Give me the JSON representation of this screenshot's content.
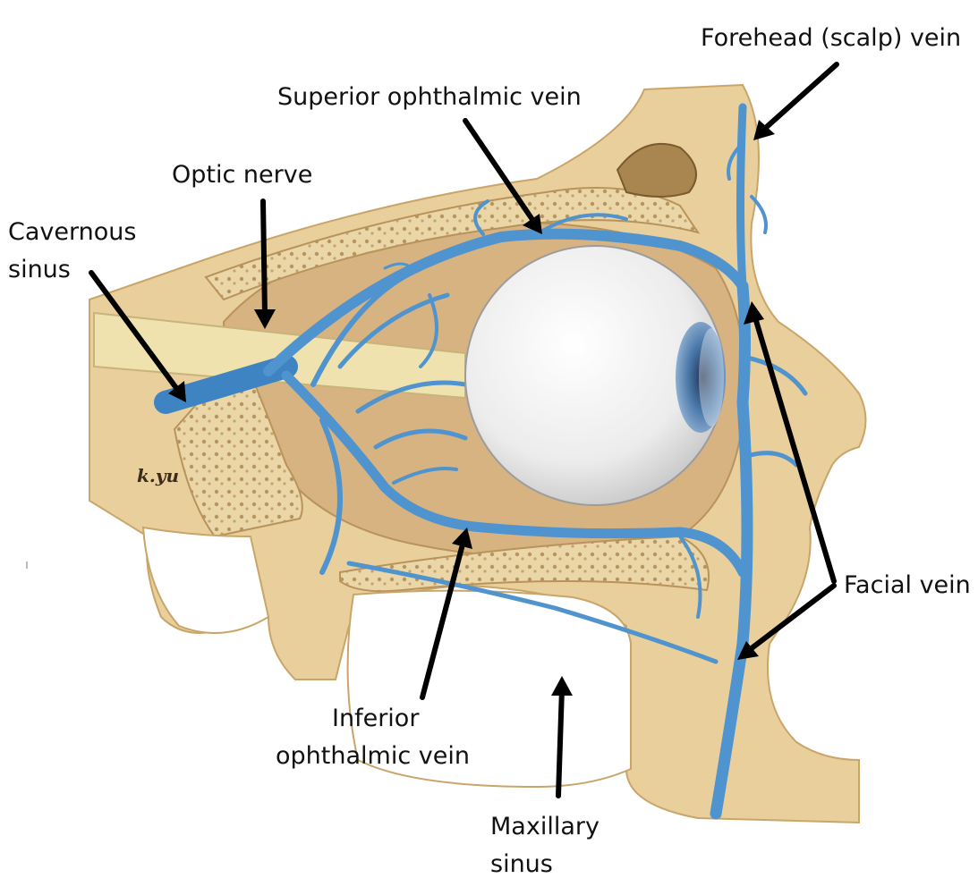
{
  "labels": {
    "forehead_vein": "Forehead (scalp) vein",
    "superior_ophthalmic_vein": "Superior ophthalmic vein",
    "optic_nerve": "Optic nerve",
    "cavernous_sinus_line1": "Cavernous",
    "cavernous_sinus_line2": "sinus",
    "facial_vein": "Facial vein",
    "inferior_ophthalmic_vein_line1": "Inferior",
    "inferior_ophthalmic_vein_line2": "ophthalmic vein",
    "maxillary_sinus_line1": "Maxillary",
    "maxillary_sinus_line2": "sinus"
  },
  "artist_signature": "k.yu",
  "colors": {
    "bone": "#e9cf9c",
    "bone_dark": "#c9a56a",
    "orbit_fat": "#d7b381",
    "vein": "#4f93cf",
    "vein_dark": "#2f6fa8",
    "nerve": "#efe2ae",
    "eyeball": "#f2f2f2",
    "iris": "#4a78aa",
    "arrow": "#000000",
    "text": "#111111"
  }
}
